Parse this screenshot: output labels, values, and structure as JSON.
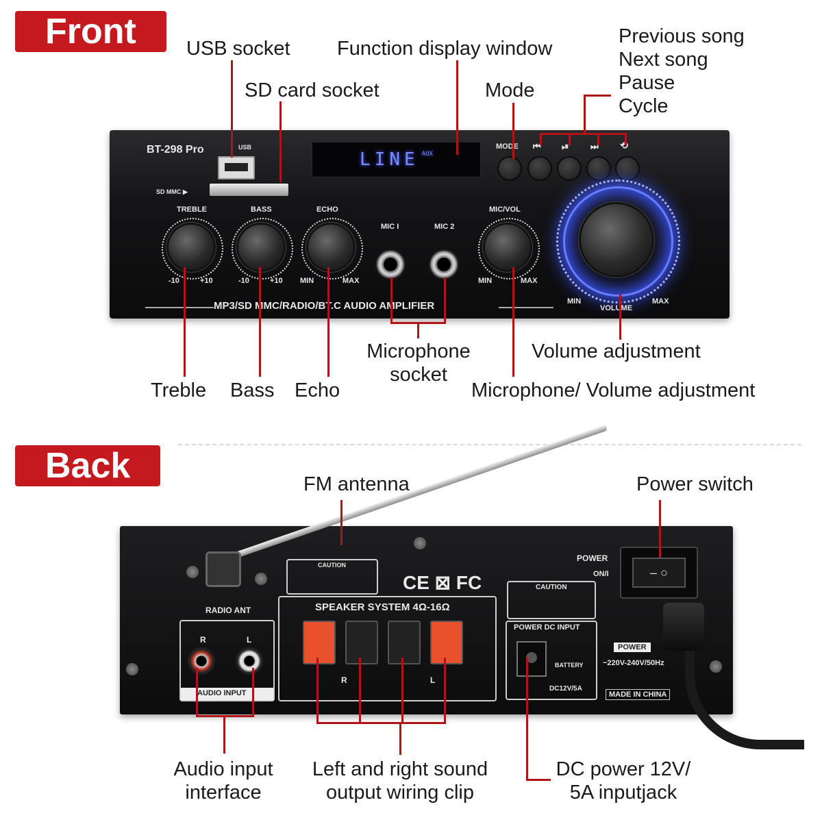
{
  "front": {
    "tag": "Front",
    "labels": {
      "usb_socket": "USB socket",
      "function_display": "Function display window",
      "sd_card_socket": "SD card socket",
      "mode": "Mode",
      "previous_song": "Previous song",
      "next_song": "Next song",
      "pause": "Pause",
      "cycle": "Cycle",
      "treble": "Treble",
      "bass": "Bass",
      "echo": "Echo",
      "microphone_socket_1": "Microphone",
      "microphone_socket_2": "socket",
      "volume_adjustment": "Volume adjustment",
      "mic_volume_adjustment": "Microphone/ Volume adjustment"
    },
    "panel": {
      "model": "BT-298 Pro",
      "usb": "USB",
      "sd_mmc": "SD MMC ▶",
      "display_text": "LINE",
      "display_aux": "AUX",
      "mode_btn": "MODE",
      "prev_icon": "⏮",
      "play_pause_icon": "⏯",
      "next_icon": "⏭",
      "cycle_icon": "⟲",
      "treble": "TREBLE",
      "bass": "BASS",
      "echo": "ECHO",
      "mic1": "MIC I",
      "mic2": "MIC 2",
      "mic_vol": "MIC/VOL",
      "minus10": "-10",
      "plus10": "+10",
      "min": "MIN",
      "max": "MAX",
      "volume": "VOLUME",
      "strip": "MP3/SD MMC/RADIO/BT.C AUDIO AMPLIFIER"
    }
  },
  "back": {
    "tag": "Back",
    "labels": {
      "fm_antenna": "FM antenna",
      "power_switch": "Power switch",
      "audio_input_1": "Audio input",
      "audio_input_2": "interface",
      "lr_output_1": "Left and right sound",
      "lr_output_2": "output wiring clip",
      "dc_power_1": "DC power 12V/",
      "dc_power_2": "5A inputjack"
    },
    "panel": {
      "radio_ant": "RADIO ANT",
      "audio_input": "AUDIO INPUT",
      "speaker_system": "SPEAKER SYSTEM 4Ω-16Ω",
      "caution": "CAUTION",
      "power": "POWER",
      "on_off": "ON/I",
      "power_dc_input": "POWER DC INPUT",
      "dc_rating": "DC12V/5A",
      "battery": "BATTERY",
      "ac_rating": "~220V-240V/50Hz",
      "made_in": "MADE IN CHINA",
      "certs": "CE ⊠ FC",
      "r": "R",
      "l": "L"
    }
  }
}
